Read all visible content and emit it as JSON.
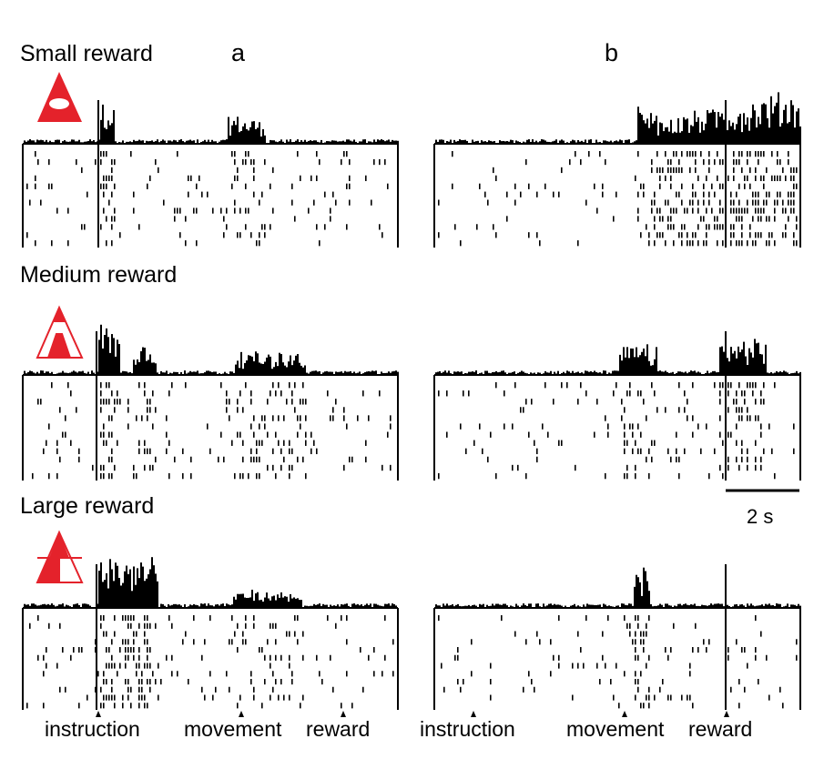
{
  "columns": [
    "a",
    "b"
  ],
  "rows": [
    {
      "label": "Small reward",
      "icon": "triangle-oval-icon",
      "conditioned_rows": 12
    },
    {
      "label": "Medium reward",
      "icon": "triangle-half-filled-icon",
      "conditioned_rows": 13
    },
    {
      "label": "Large reward",
      "icon": "triangle-quarter-filled-icon",
      "conditioned_rows": 12
    }
  ],
  "events": [
    "instruction",
    "movement",
    "reward"
  ],
  "scale_bar": {
    "label": "2 s",
    "seconds": 2
  },
  "colors": {
    "ink": "#000000",
    "icon": "#e4222b",
    "background": "#ffffff"
  }
}
